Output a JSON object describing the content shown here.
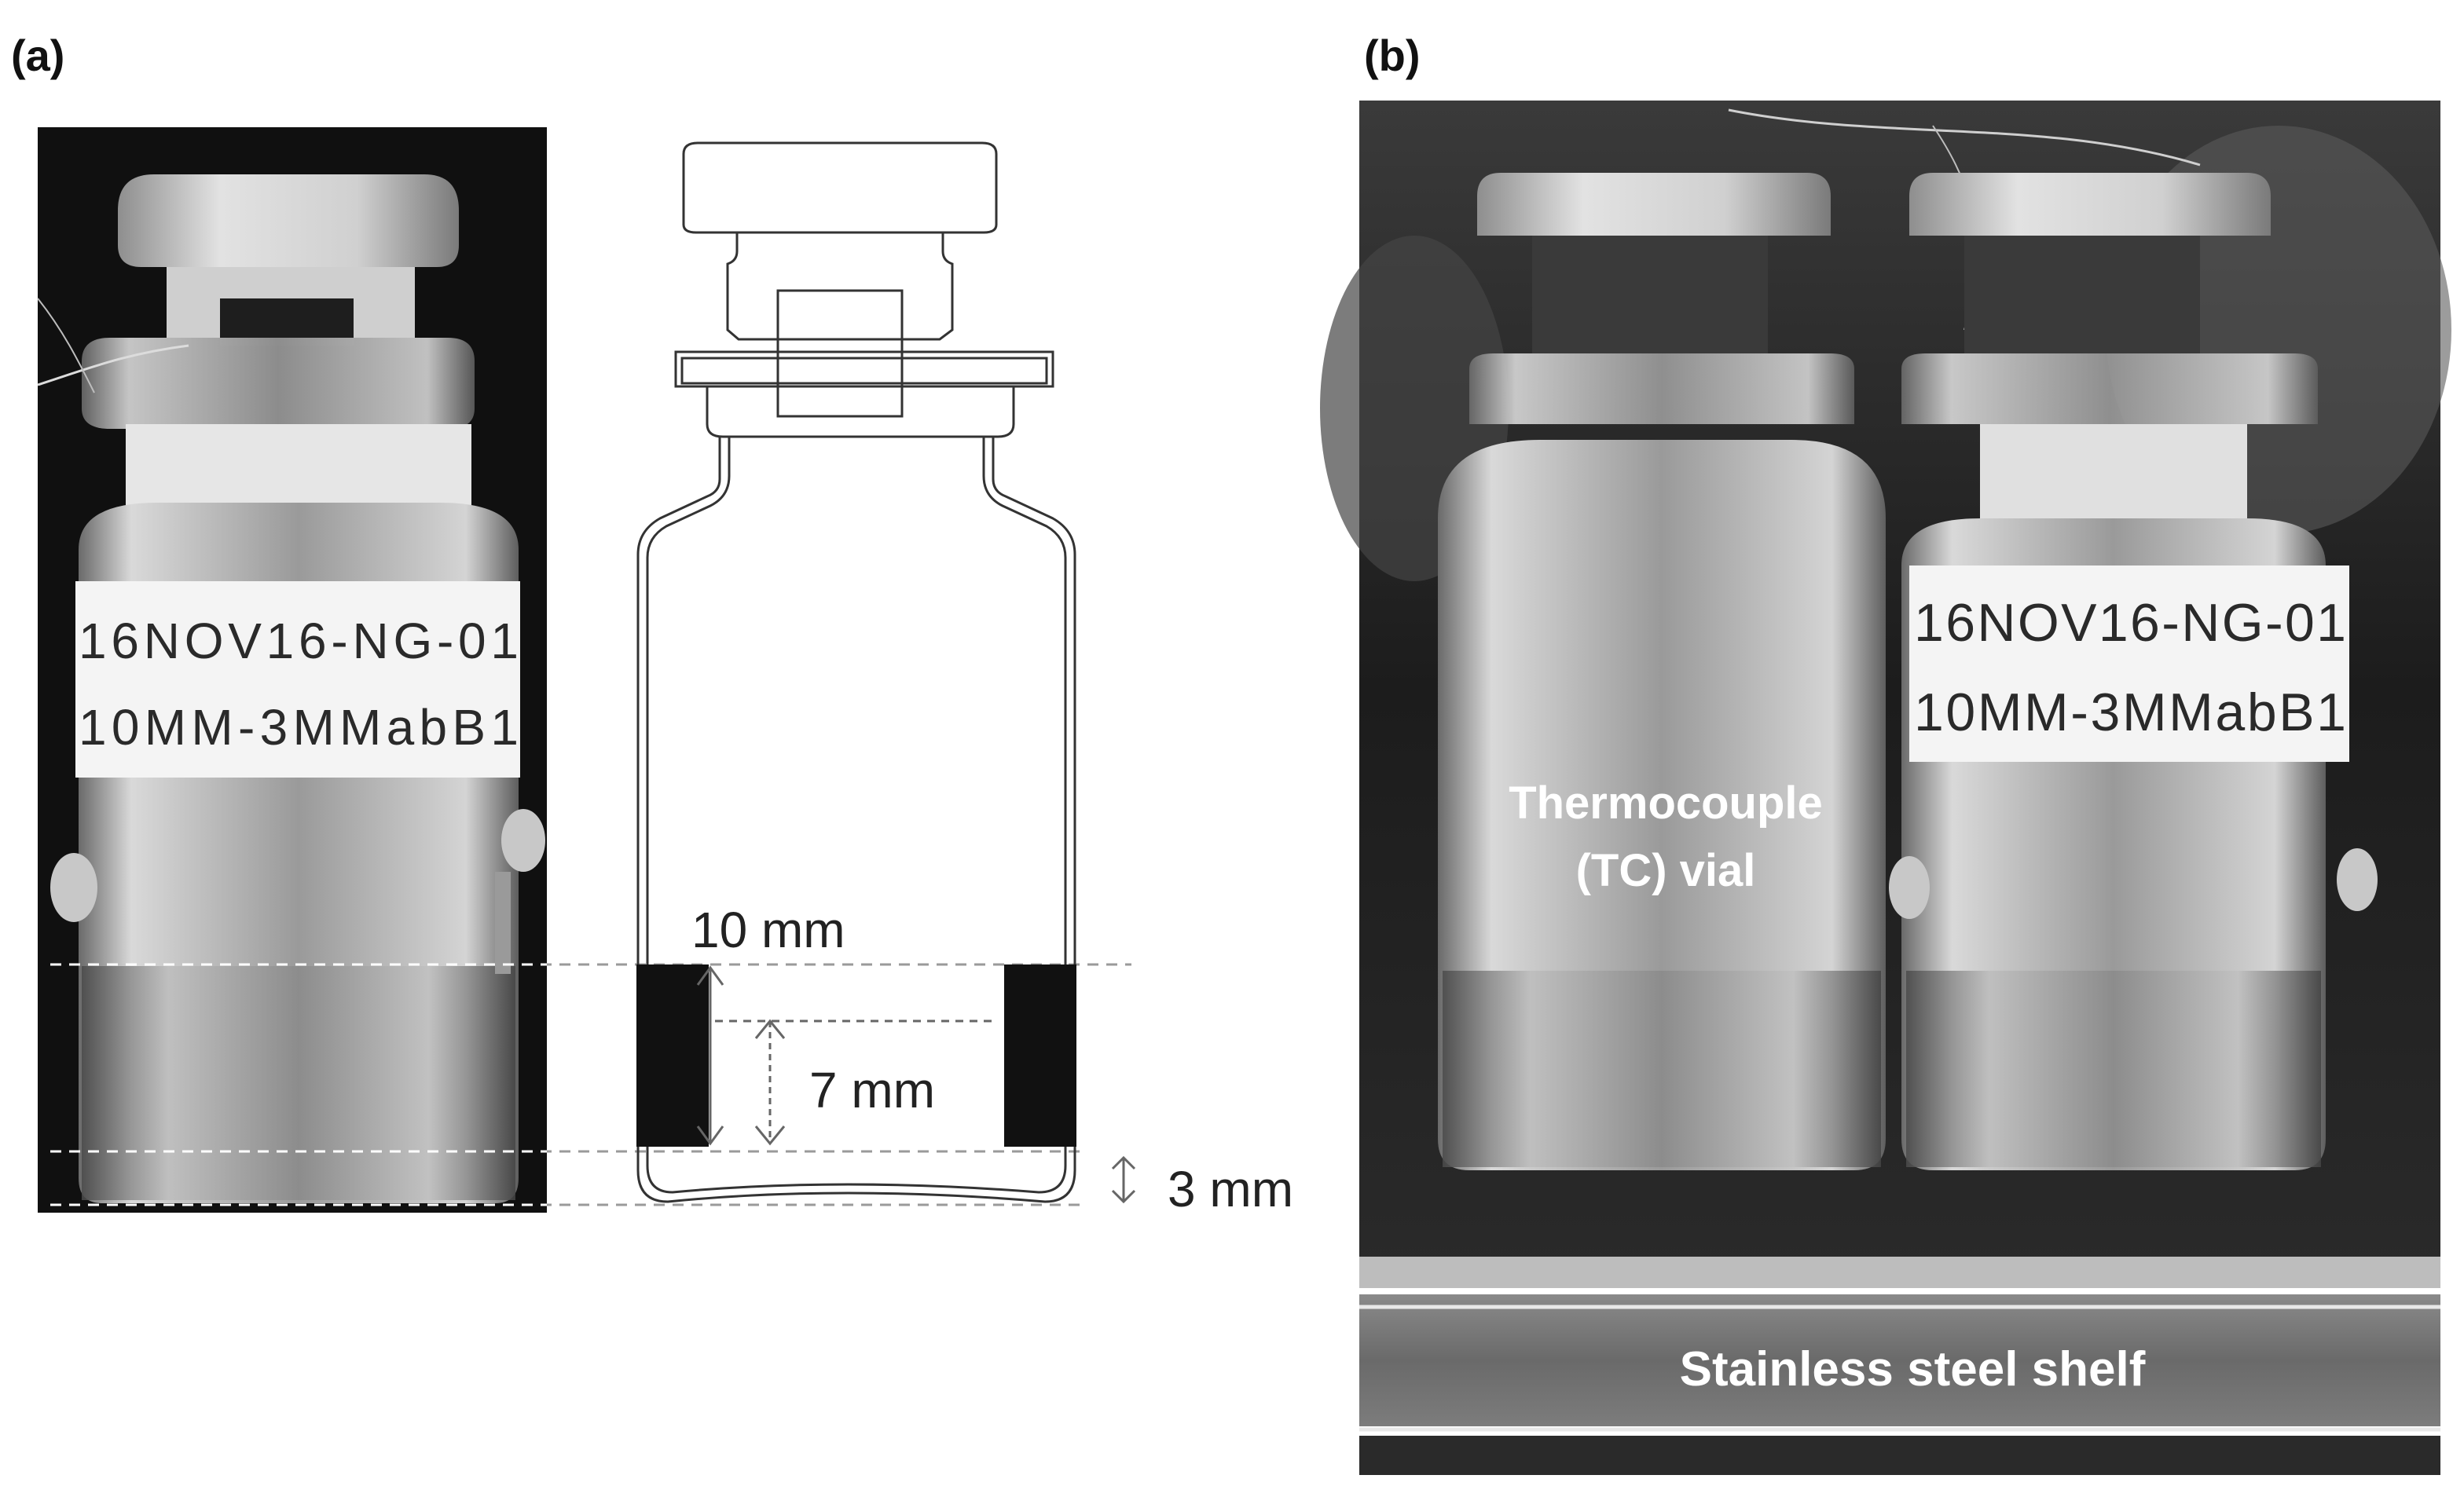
{
  "panels": {
    "a": {
      "letter": "(a)",
      "vial_label_line1": "16NOV16-NG-01",
      "vial_label_line2": "10MM-3MMabB1",
      "dim_fill_height": "10 mm",
      "dim_sensor_height": "7 mm",
      "dim_bottom_gap": "3 mm"
    },
    "b": {
      "letter": "(b)",
      "vial_label_line1": "16NOV16-NG-01",
      "vial_label_line2": "10MM-3MMabB1",
      "tc_vial_line1": "Thermocouple",
      "tc_vial_line2": "(TC) vial",
      "shelf_label": "Stainless steel shelf"
    }
  },
  "colors": {
    "photo_dark": "#1a1a1a",
    "photo_mid": "#5a5a5a",
    "glass": "#d8d8d8",
    "label_white": "#f4f4f4",
    "shelf": "#6e6e6e",
    "drawing_line": "#333333",
    "sensor_black": "#111111"
  }
}
